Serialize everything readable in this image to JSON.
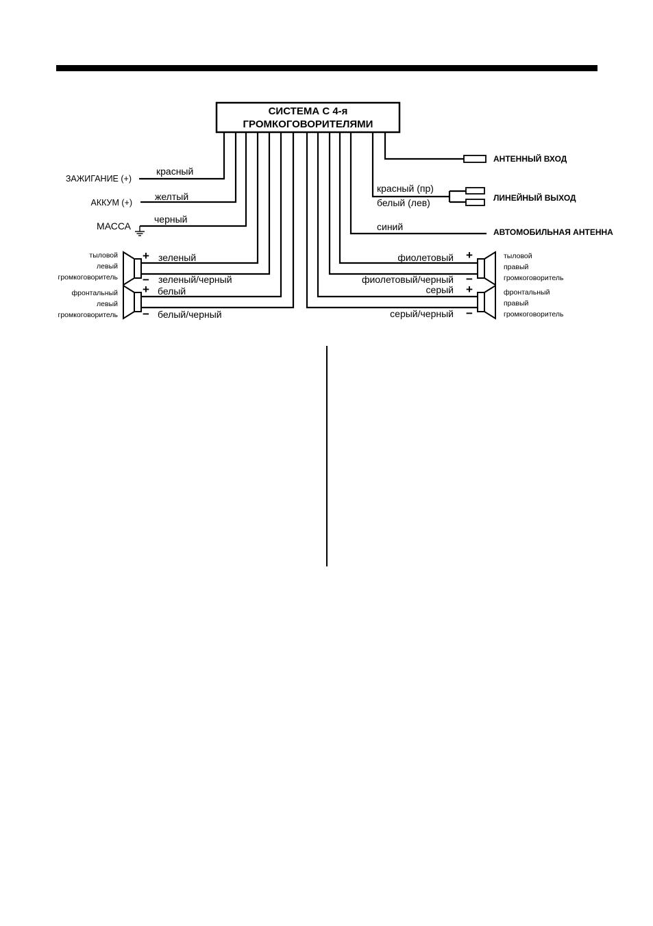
{
  "unit": {
    "title_line1": "СИСТЕМА С 4-я",
    "title_line2": "ГРОМКОГОВОРИТЕЛЯМИ"
  },
  "left_connections": {
    "ignition": {
      "label": "ЗАЖИГАНИЕ (+)",
      "wire": "красный"
    },
    "battery": {
      "label": "АККУМ (+)",
      "wire": "желтый"
    },
    "ground": {
      "label": "МАССА",
      "wire": "черный"
    }
  },
  "right_connections": {
    "antenna_input": {
      "label": "АНТЕННЫЙ ВХОД"
    },
    "line_output": {
      "label": "ЛИНЕЙНЫЙ ВЫХОД",
      "wire_right": "красный (пр)",
      "wire_left": "белый (лев)"
    },
    "power_antenna": {
      "label": "АВТОМОБИЛЬНАЯ АНТЕННА",
      "wire": "синий"
    }
  },
  "speakers": {
    "rear_left": {
      "line1": "тыловой",
      "line2": "левый",
      "line3": "громкоговоритель",
      "wire_plus": "зеленый",
      "wire_minus": "зеленый/черный"
    },
    "front_left": {
      "line1": "фронтальный",
      "line2": "левый",
      "line3": "громкоговоритель",
      "wire_plus": "белый",
      "wire_minus": "белый/черный"
    },
    "rear_right": {
      "line1": "тыловой",
      "line2": "правый",
      "line3": "громкоговоритель",
      "wire_plus": "фиолетовый",
      "wire_minus": "фиолетовый/черный"
    },
    "front_right": {
      "line1": "фронтальный",
      "line2": "правый",
      "line3": "громкоговоритель",
      "wire_plus": "серый",
      "wire_minus": "серый/черный"
    }
  },
  "signs": {
    "plus": "+",
    "minus": "−"
  }
}
